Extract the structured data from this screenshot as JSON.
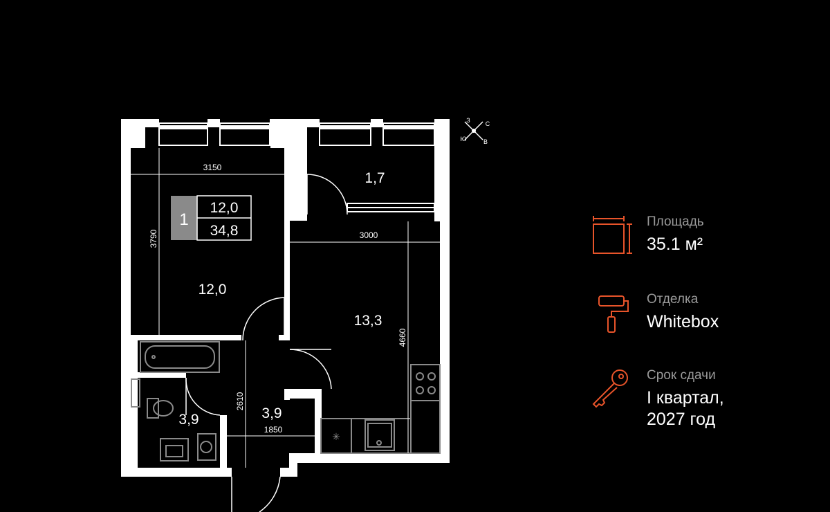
{
  "compass": {
    "n": "С",
    "e": "В",
    "s": "Ю",
    "w": "З"
  },
  "room_labels": {
    "living": "12,0",
    "balcony": "1,7",
    "kitchen": "13,3",
    "bath": "3,9",
    "hall": "3,9"
  },
  "badge": {
    "rooms": "1",
    "living_area": "12,0",
    "total_area": "34,8"
  },
  "dimensions": {
    "top_left": "3150",
    "left_vertical": "3790",
    "kitchen_width": "3000",
    "kitchen_height": "4660",
    "hall_height": "2610",
    "hall_width": "1850"
  },
  "info": {
    "area_label": "Площадь",
    "area_value": "35.1 м²",
    "finish_label": "Отделка",
    "finish_value": "Whitebox",
    "deadline_label": "Срок сдачи",
    "deadline_line1": "I квартал,",
    "deadline_line2": "2027 год"
  },
  "colors": {
    "accent": "#e8542a",
    "wall": "#ffffff",
    "fixtures": "#8a8a8a",
    "background": "#000000"
  }
}
